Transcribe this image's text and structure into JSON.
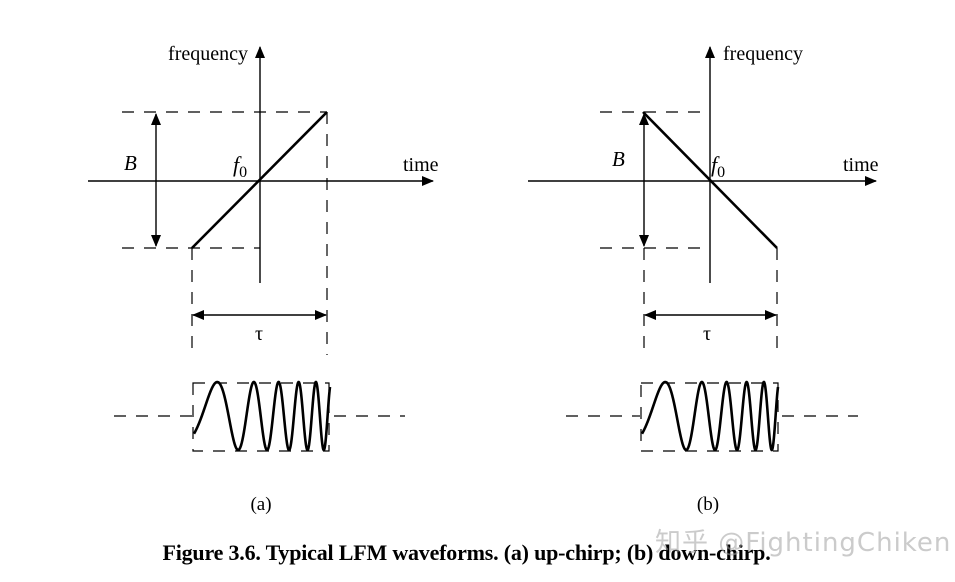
{
  "figure": {
    "caption": "Figure 3.6. Typical LFM waveforms. (a) up-chirp; (b) down-chirp.",
    "watermark": "知乎 @FightingChiken"
  },
  "panels": [
    {
      "id": "a",
      "label": "(a)",
      "type": "up-chirp",
      "y_axis_label": "frequency",
      "x_axis_label": "time",
      "bandwidth_label": "B",
      "center_freq_label": "f",
      "center_freq_subscript": "0",
      "pulse_width_label": "τ"
    },
    {
      "id": "b",
      "label": "(b)",
      "type": "down-chirp",
      "y_axis_label": "frequency",
      "x_axis_label": "time",
      "bandwidth_label": "B",
      "center_freq_label": "f",
      "center_freq_subscript": "0",
      "pulse_width_label": "τ"
    }
  ],
  "colors": {
    "ink": "#000000",
    "background": "#ffffff",
    "watermark": "#a0a0a0"
  }
}
